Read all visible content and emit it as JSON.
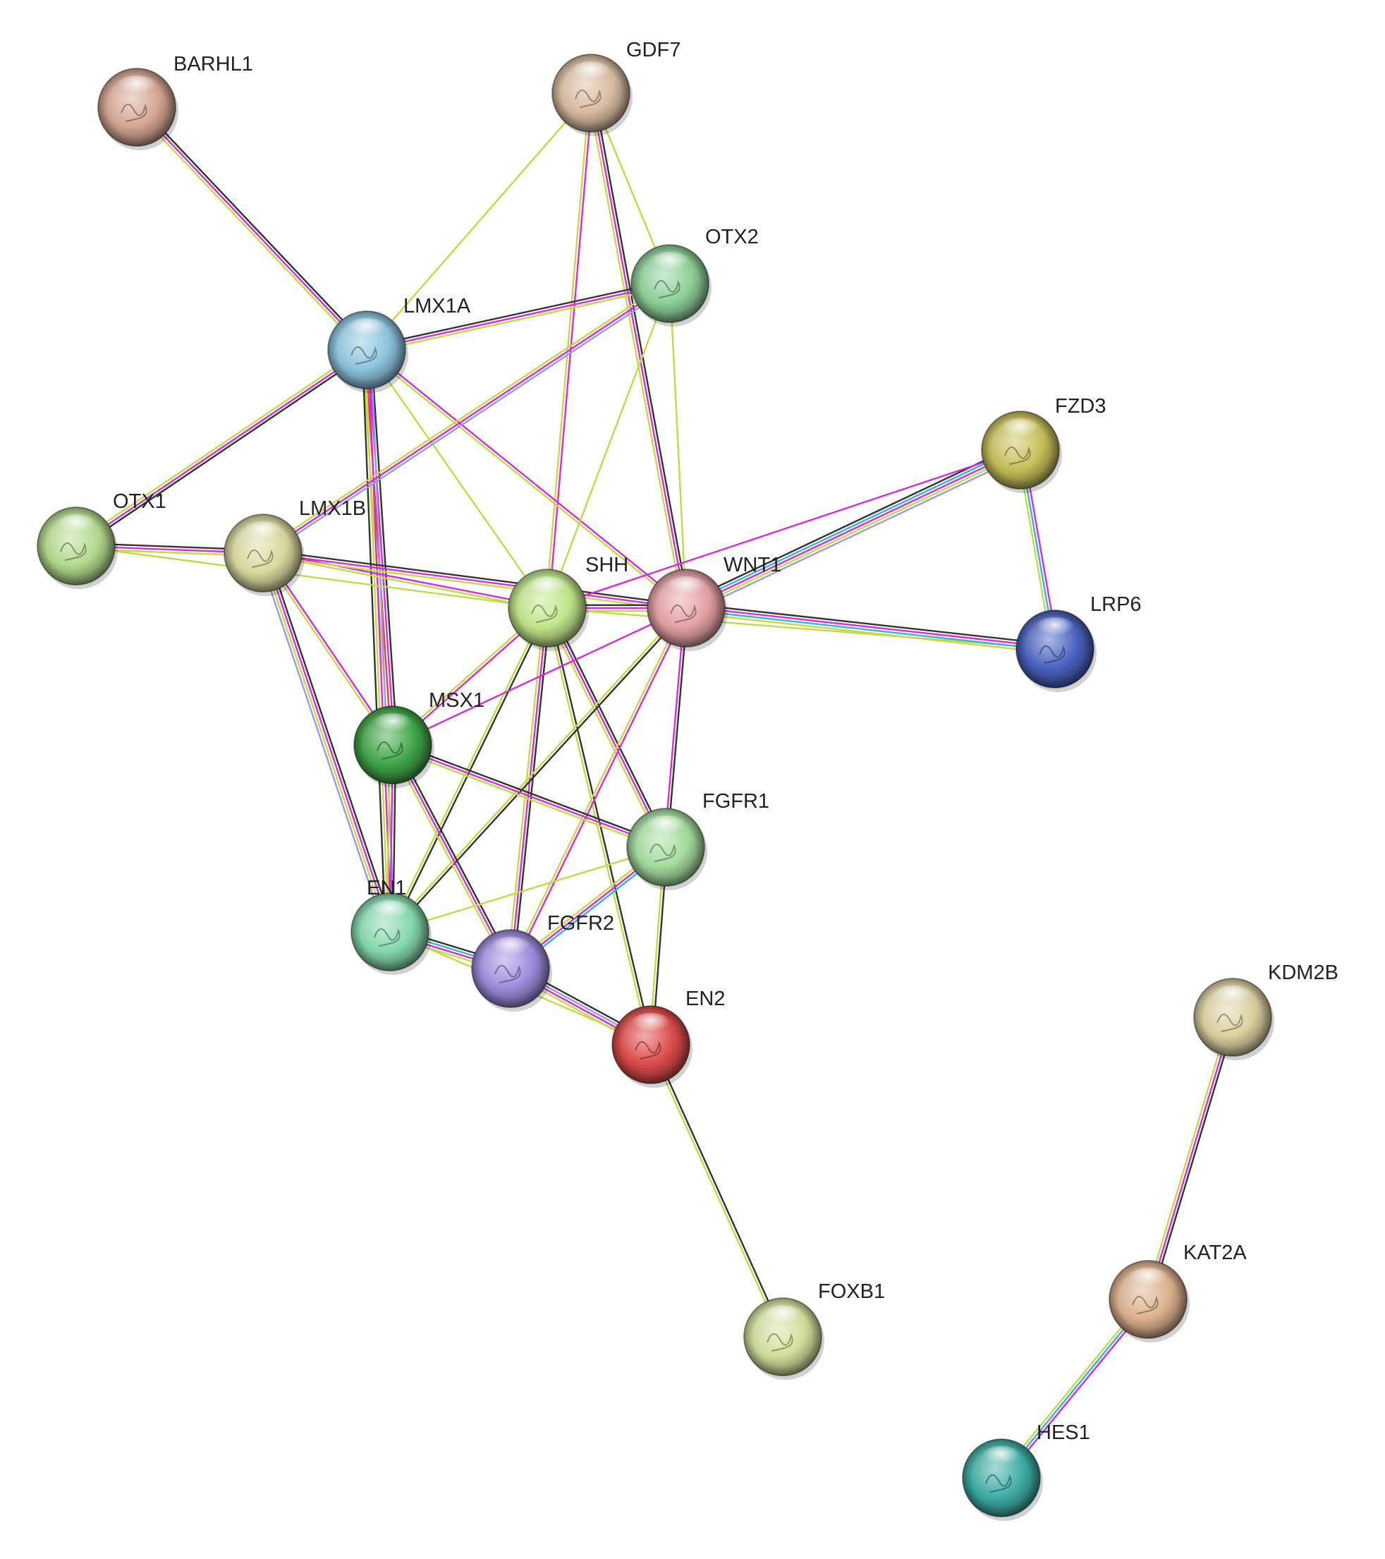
{
  "nodes": [
    {
      "id": "BARHL1",
      "label": "BARHL1",
      "color": "#d9a894"
    },
    {
      "id": "GDF7",
      "label": "GDF7",
      "color": "#dcbfa3"
    },
    {
      "id": "OTX2",
      "label": "OTX2",
      "color": "#8fd39a"
    },
    {
      "id": "LMX1A",
      "label": "LMX1A",
      "color": "#8fc7e3"
    },
    {
      "id": "FZD3",
      "label": "FZD3",
      "color": "#c9c25a"
    },
    {
      "id": "OTX1",
      "label": "OTX1",
      "color": "#b6dd8f"
    },
    {
      "id": "LMX1B",
      "label": "LMX1B",
      "color": "#dcdca0"
    },
    {
      "id": "SHH",
      "label": "SHH",
      "color": "#c3e98c"
    },
    {
      "id": "WNT1",
      "label": "WNT1",
      "color": "#e8a3a6"
    },
    {
      "id": "LRP6",
      "label": "LRP6",
      "color": "#4a63c2"
    },
    {
      "id": "MSX1",
      "label": "MSX1",
      "color": "#3fa848"
    },
    {
      "id": "FGFR1",
      "label": "FGFR1",
      "color": "#a6dfa0"
    },
    {
      "id": "EN1",
      "label": "EN1",
      "color": "#86dcb0"
    },
    {
      "id": "FGFR2",
      "label": "FGFR2",
      "color": "#a08ee0"
    },
    {
      "id": "EN2",
      "label": "EN2",
      "color": "#e04b4b"
    },
    {
      "id": "KDM2B",
      "label": "KDM2B",
      "color": "#ded3a3"
    },
    {
      "id": "KAT2A",
      "label": "KAT2A",
      "color": "#dfb48f"
    },
    {
      "id": "FOXB1",
      "label": "FOXB1",
      "color": "#d3e39e"
    },
    {
      "id": "HES1",
      "label": "HES1",
      "color": "#3db0a6"
    }
  ],
  "evidence_colors": {
    "black": "#333333",
    "magenta": "#d62dd6",
    "yellow": "#c4d94a",
    "cyan": "#35b3dd",
    "blue": "#9a9ae8",
    "red": "#e0453a"
  },
  "edges": [
    {
      "source": "BARHL1",
      "target": "LMX1A",
      "evidence": [
        "black",
        "magenta",
        "yellow"
      ]
    },
    {
      "source": "GDF7",
      "target": "LMX1A",
      "evidence": [
        "yellow"
      ]
    },
    {
      "source": "GDF7",
      "target": "OTX2",
      "evidence": [
        "yellow"
      ]
    },
    {
      "source": "GDF7",
      "target": "SHH",
      "evidence": [
        "magenta",
        "yellow"
      ]
    },
    {
      "source": "GDF7",
      "target": "WNT1",
      "evidence": [
        "black",
        "magenta",
        "yellow"
      ]
    },
    {
      "source": "LMX1A",
      "target": "OTX2",
      "evidence": [
        "black",
        "magenta",
        "yellow"
      ]
    },
    {
      "source": "LMX1A",
      "target": "OTX1",
      "evidence": [
        "black",
        "magenta",
        "yellow"
      ]
    },
    {
      "source": "LMX1A",
      "target": "SHH",
      "evidence": [
        "yellow"
      ]
    },
    {
      "source": "LMX1A",
      "target": "WNT1",
      "evidence": [
        "magenta",
        "yellow"
      ]
    },
    {
      "source": "LMX1A",
      "target": "MSX1",
      "evidence": [
        "black",
        "magenta",
        "red",
        "yellow"
      ]
    },
    {
      "source": "LMX1A",
      "target": "EN1",
      "evidence": [
        "blue",
        "magenta",
        "yellow",
        "black"
      ]
    },
    {
      "source": "OTX2",
      "target": "LMX1B",
      "evidence": [
        "blue",
        "magenta",
        "yellow"
      ]
    },
    {
      "source": "OTX2",
      "target": "SHH",
      "evidence": [
        "yellow"
      ]
    },
    {
      "source": "OTX2",
      "target": "WNT1",
      "evidence": [
        "yellow"
      ]
    },
    {
      "source": "OTX1",
      "target": "LMX1B",
      "evidence": [
        "black",
        "magenta",
        "yellow"
      ]
    },
    {
      "source": "OTX1",
      "target": "SHH",
      "evidence": [
        "yellow"
      ]
    },
    {
      "source": "LMX1B",
      "target": "SHH",
      "evidence": [
        "magenta",
        "yellow"
      ]
    },
    {
      "source": "LMX1B",
      "target": "WNT1",
      "evidence": [
        "black",
        "magenta",
        "yellow"
      ]
    },
    {
      "source": "LMX1B",
      "target": "MSX1",
      "evidence": [
        "magenta",
        "yellow"
      ]
    },
    {
      "source": "LMX1B",
      "target": "EN1",
      "evidence": [
        "black",
        "magenta",
        "yellow",
        "blue"
      ]
    },
    {
      "source": "SHH",
      "target": "WNT1",
      "evidence": [
        "black",
        "magenta",
        "yellow"
      ]
    },
    {
      "source": "SHH",
      "target": "MSX1",
      "evidence": [
        "magenta",
        "yellow"
      ]
    },
    {
      "source": "SHH",
      "target": "FGFR1",
      "evidence": [
        "black",
        "magenta",
        "yellow"
      ]
    },
    {
      "source": "SHH",
      "target": "EN1",
      "evidence": [
        "black",
        "yellow"
      ]
    },
    {
      "source": "SHH",
      "target": "FGFR2",
      "evidence": [
        "black",
        "magenta",
        "yellow"
      ]
    },
    {
      "source": "SHH",
      "target": "EN2",
      "evidence": [
        "black",
        "yellow"
      ]
    },
    {
      "source": "SHH",
      "target": "LRP6",
      "evidence": [
        "yellow"
      ]
    },
    {
      "source": "WNT1",
      "target": "FZD3",
      "evidence": [
        "black",
        "cyan",
        "magenta",
        "yellow",
        "blue"
      ]
    },
    {
      "source": "WNT1",
      "target": "LRP6",
      "evidence": [
        "black",
        "magenta",
        "cyan",
        "yellow"
      ]
    },
    {
      "source": "WNT1",
      "target": "MSX1",
      "evidence": [
        "magenta"
      ]
    },
    {
      "source": "WNT1",
      "target": "FGFR1",
      "evidence": [
        "black",
        "magenta"
      ]
    },
    {
      "source": "WNT1",
      "target": "EN1",
      "evidence": [
        "black",
        "yellow"
      ]
    },
    {
      "source": "WNT1",
      "target": "FGFR2",
      "evidence": [
        "magenta",
        "yellow"
      ]
    },
    {
      "source": "SHH",
      "target": "FZD3",
      "evidence": [
        "magenta"
      ]
    },
    {
      "source": "FZD3",
      "target": "LRP6",
      "evidence": [
        "magenta",
        "cyan",
        "yellow"
      ]
    },
    {
      "source": "MSX1",
      "target": "FGFR1",
      "evidence": [
        "black",
        "magenta",
        "yellow"
      ]
    },
    {
      "source": "MSX1",
      "target": "EN1",
      "evidence": [
        "black",
        "magenta",
        "yellow"
      ]
    },
    {
      "source": "MSX1",
      "target": "FGFR2",
      "evidence": [
        "black",
        "magenta",
        "yellow"
      ]
    },
    {
      "source": "FGFR1",
      "target": "FGFR2",
      "evidence": [
        "cyan",
        "magenta",
        "yellow"
      ]
    },
    {
      "source": "FGFR1",
      "target": "EN2",
      "evidence": [
        "black",
        "yellow"
      ]
    },
    {
      "source": "FGFR1",
      "target": "EN1",
      "evidence": [
        "yellow"
      ]
    },
    {
      "source": "EN1",
      "target": "FGFR2",
      "evidence": [
        "black",
        "cyan",
        "magenta",
        "yellow"
      ]
    },
    {
      "source": "EN1",
      "target": "EN2",
      "evidence": [
        "yellow"
      ]
    },
    {
      "source": "FGFR2",
      "target": "EN2",
      "evidence": [
        "black",
        "blue",
        "magenta",
        "yellow"
      ]
    },
    {
      "source": "EN2",
      "target": "FOXB1",
      "evidence": [
        "black",
        "yellow"
      ]
    },
    {
      "source": "KDM2B",
      "target": "KAT2A",
      "evidence": [
        "black",
        "magenta",
        "yellow"
      ]
    },
    {
      "source": "KAT2A",
      "target": "HES1",
      "evidence": [
        "magenta",
        "cyan",
        "yellow"
      ]
    }
  ]
}
